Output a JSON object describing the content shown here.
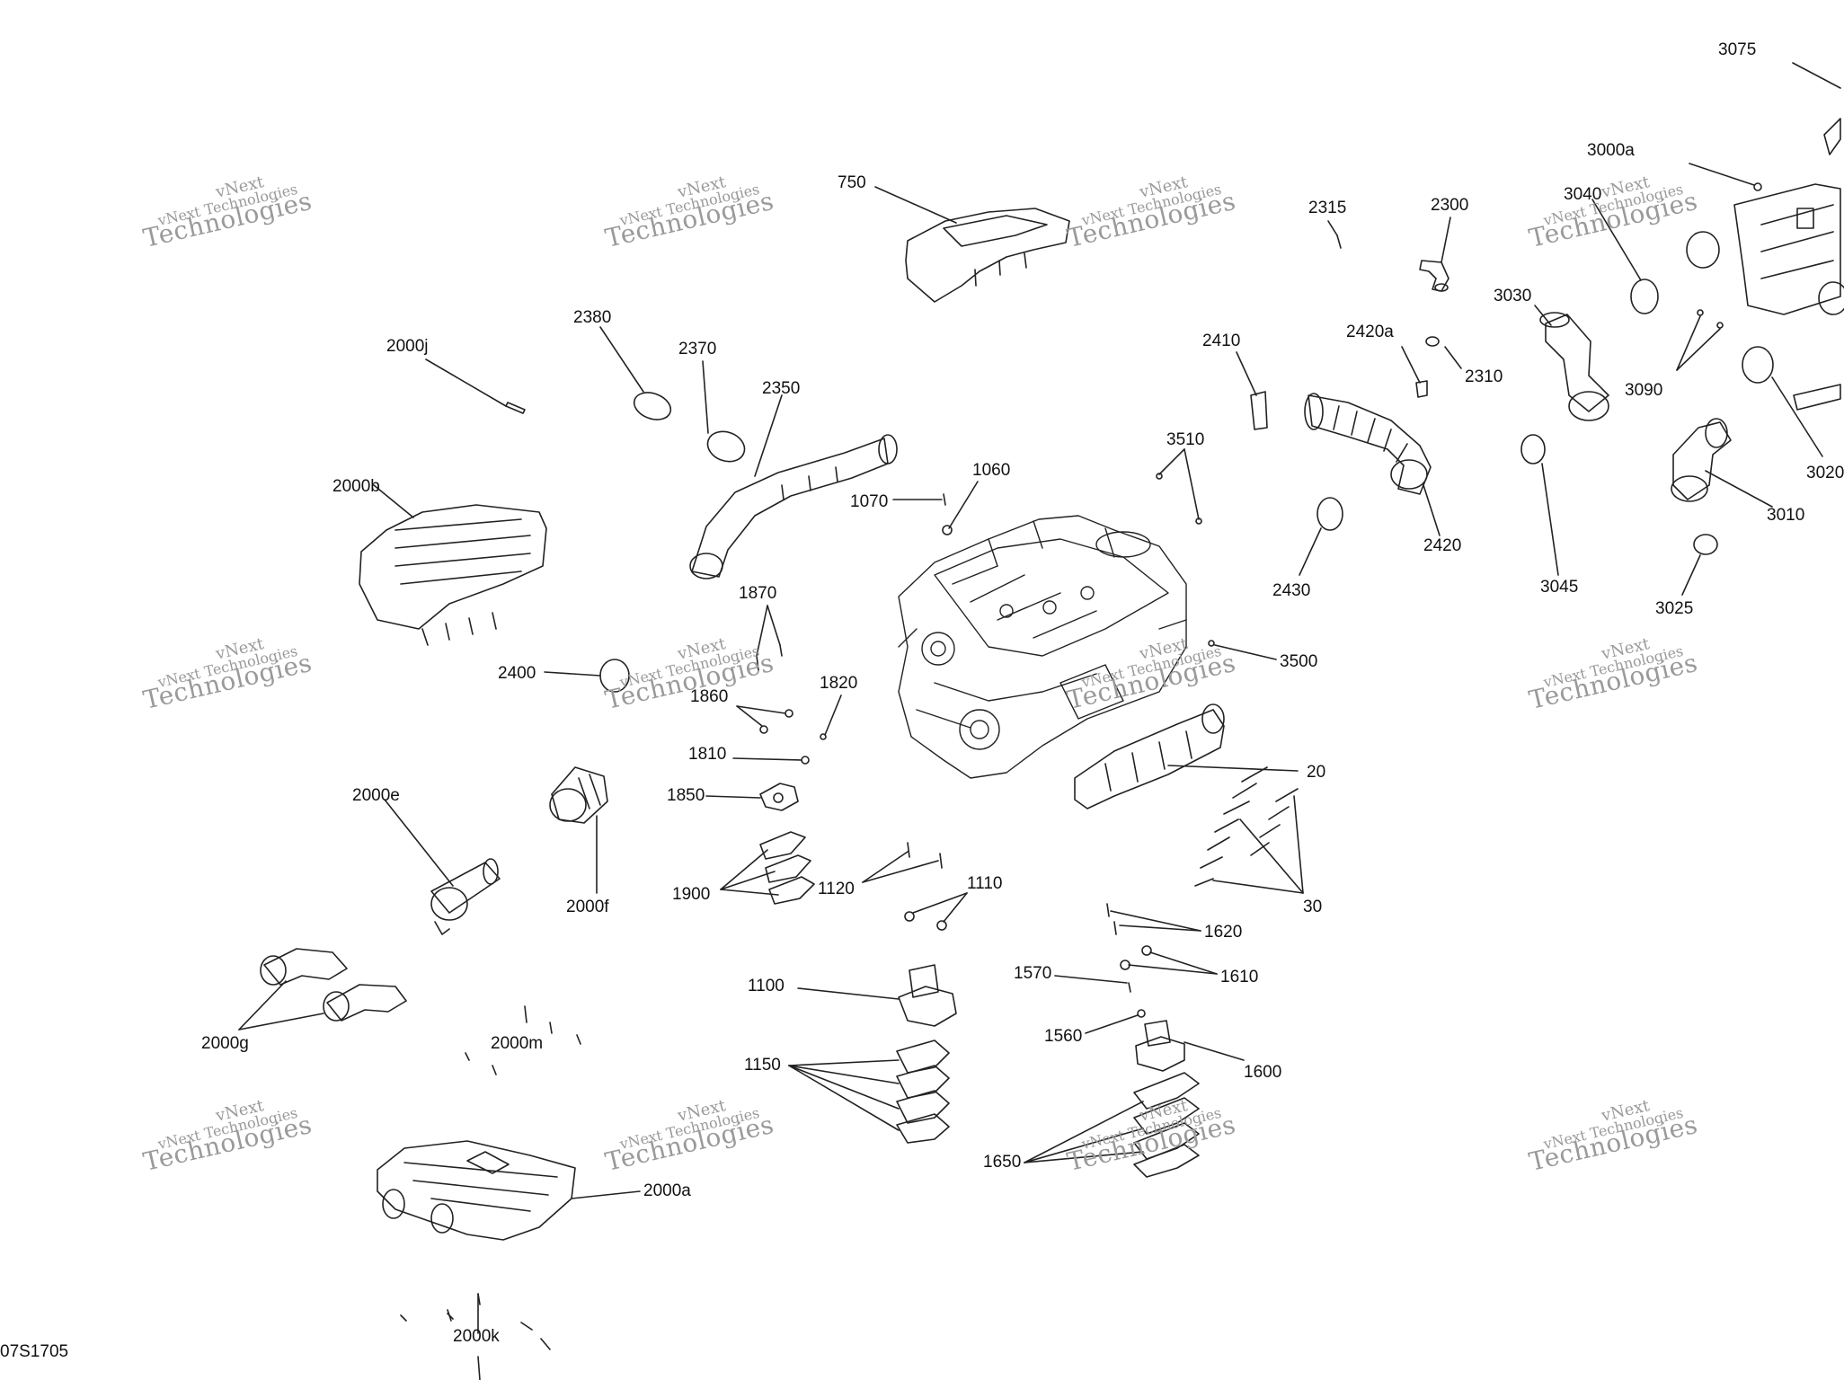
{
  "diagram_code": "07S1705",
  "watermark": {
    "line1": "vNext",
    "line2": "vNext Technologies",
    "line3": "Technologies"
  },
  "callouts": {
    "c750": "750",
    "c2315": "2315",
    "c2300": "2300",
    "c3075": "3075",
    "c3000a": "3000a",
    "c3040": "3040",
    "c2000j": "2000j",
    "c2380": "2380",
    "c2370": "2370",
    "c2350": "2350",
    "c2410": "2410",
    "c2420a": "2420a",
    "c2310": "2310",
    "c3030": "3030",
    "c3090": "3090",
    "c3020": "3020",
    "c2000b": "2000b",
    "c1070": "1070",
    "c1060": "1060",
    "c3510": "3510",
    "c2420": "2420",
    "c2430": "2430",
    "c3045": "3045",
    "c3010": "3010",
    "c3025": "3025",
    "c1870": "1870",
    "c3500": "3500",
    "c2400": "2400",
    "c1860": "1860",
    "c1820": "1820",
    "c1810": "1810",
    "c20": "20",
    "c1850": "1850",
    "c2000e": "2000e",
    "c1900": "1900",
    "c1120": "1120",
    "c1110": "1110",
    "c2000f": "2000f",
    "c30": "30",
    "c1620": "1620",
    "c1610": "1610",
    "c1570": "1570",
    "c1100": "1100",
    "c1560": "1560",
    "c1600": "1600",
    "c2000g": "2000g",
    "c2000m": "2000m",
    "c1150": "1150",
    "c1650": "1650",
    "c2000a": "2000a",
    "c2000k": "2000k"
  }
}
